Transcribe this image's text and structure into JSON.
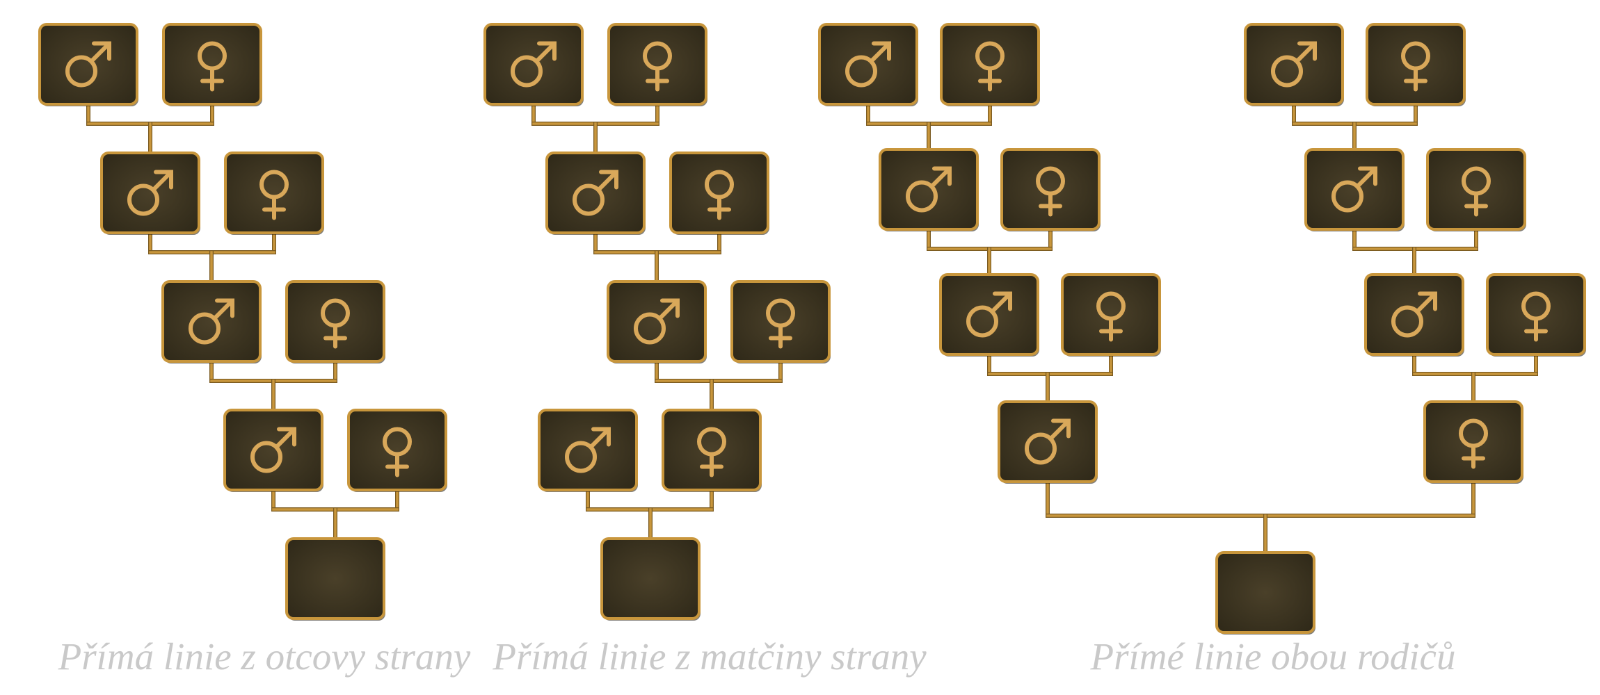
{
  "captions": [
    "Přímá linie z otcovy strany",
    "Přímá linie z matčiny strany",
    "Přímé linie obou rodičů"
  ],
  "colors": {
    "box_fill": "#3a3220",
    "box_border": "#c8963c",
    "connector": "#c8963c",
    "symbol": "#d9a85a",
    "caption": "#c9c9c9"
  },
  "icons": {
    "male": "mars-symbol-icon",
    "female": "venus-symbol-icon",
    "descendant": "empty-box"
  }
}
